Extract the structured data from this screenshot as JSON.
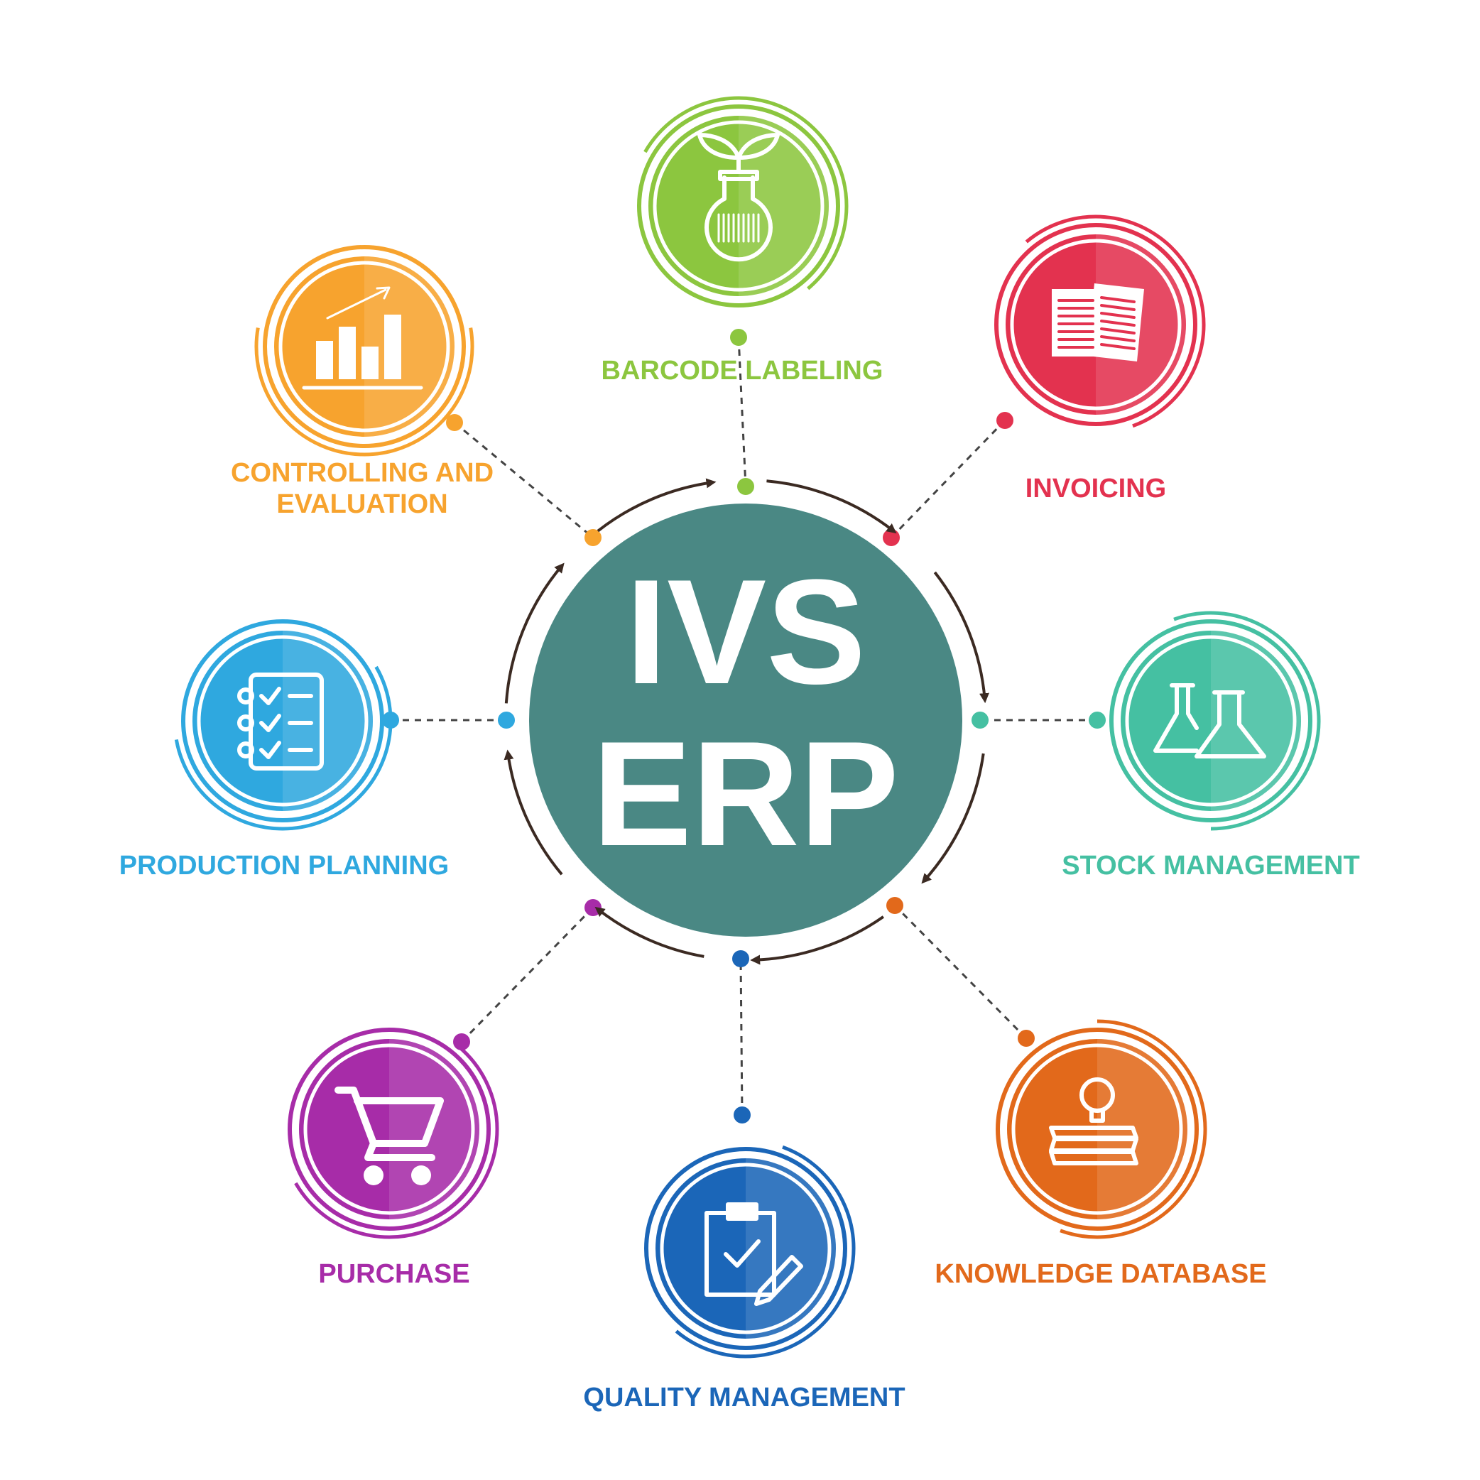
{
  "center": {
    "line1": "IVS",
    "line2": "ERP",
    "color": "#4a8884"
  },
  "modules": [
    {
      "id": "barcode",
      "label_lines": [
        "BARCODE LABELING"
      ],
      "color": "#8cc63f",
      "icon": "flask-barcode-icon"
    },
    {
      "id": "invoicing",
      "label_lines": [
        "INVOICING"
      ],
      "color": "#e3324f",
      "icon": "documents-icon"
    },
    {
      "id": "stock",
      "label_lines": [
        "STOCK MANAGEMENT"
      ],
      "color": "#45c0a2",
      "icon": "flasks-icon"
    },
    {
      "id": "knowledge",
      "label_lines": [
        "KNOWLEDGE DATABASE"
      ],
      "color": "#e2691b",
      "icon": "books-lightbulb-icon"
    },
    {
      "id": "quality",
      "label_lines": [
        "QUALITY MANAGEMENT"
      ],
      "color": "#1b66b8",
      "icon": "clipboard-check-icon"
    },
    {
      "id": "purchase",
      "label_lines": [
        "PURCHASE"
      ],
      "color": "#a72ca8",
      "icon": "shopping-cart-icon"
    },
    {
      "id": "production",
      "label_lines": [
        "PRODUCTION PLANNING"
      ],
      "color": "#2fa8df",
      "icon": "checklist-icon"
    },
    {
      "id": "controlling",
      "label_lines": [
        "CONTROLLING AND",
        "EVALUATION"
      ],
      "color": "#f7a32e",
      "icon": "bar-chart-icon"
    }
  ],
  "cycle_arrow_color": "#3b2a22",
  "connector_color": "#444444"
}
